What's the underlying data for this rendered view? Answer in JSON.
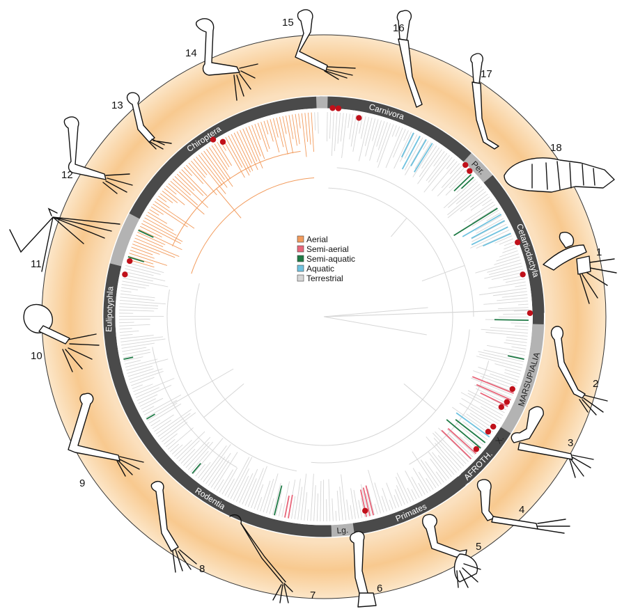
{
  "colors": {
    "aerial": "#F29B5C",
    "semi_aerial": "#E8667A",
    "semi_aquatic": "#1E7A45",
    "aquatic": "#6FC2DF",
    "terrestrial": "#D6D6D6",
    "ring_dark": "#4A4A4A",
    "ring_light": "#B3B3B3",
    "node_marker": "#C0101A",
    "halo": "#F8C98F"
  },
  "legend": {
    "items": [
      {
        "label": "Aerial",
        "color": "#F29B5C"
      },
      {
        "label": "Semi-aerial",
        "color": "#E8667A"
      },
      {
        "label": "Semi-aquatic",
        "color": "#1E7A45"
      },
      {
        "label": "Aquatic",
        "color": "#6FC2DF"
      },
      {
        "label": "Terrestrial",
        "color": "#D6D6D6"
      }
    ]
  },
  "clades": [
    {
      "label": "Carnivora",
      "dark": true
    },
    {
      "label": "Per.",
      "dark": false
    },
    {
      "label": "Cetartiodactyla",
      "dark": true
    },
    {
      "label": "MARSUPIALIA",
      "dark": false
    },
    {
      "label": "X.",
      "dark": false
    },
    {
      "label": "AFROTH.",
      "dark": true
    },
    {
      "label": "Primates",
      "dark": true
    },
    {
      "label": "Lg.",
      "dark": false
    },
    {
      "label": "Rodentia",
      "dark": true
    },
    {
      "label": "Eulipotyphla",
      "dark": true
    },
    {
      "label": "Chiroptera",
      "dark": true
    }
  ],
  "limb_numbers": [
    "1",
    "2",
    "3",
    "4",
    "5",
    "6",
    "7",
    "8",
    "9",
    "10",
    "11",
    "12",
    "13",
    "14",
    "15",
    "16",
    "17",
    "18"
  ],
  "limb_icons": [
    "forelimb-1-icon",
    "forelimb-2-icon",
    "forelimb-3-icon",
    "forelimb-4-icon",
    "forelimb-5-icon",
    "forelimb-6-icon",
    "forelimb-7-icon",
    "forelimb-8-icon",
    "forelimb-9-icon",
    "forelimb-10-icon",
    "bat-wing-11-icon",
    "forelimb-12-icon",
    "forelimb-13-icon",
    "forelimb-14-icon",
    "forelimb-15-icon",
    "forelimb-16-icon",
    "forelimb-17-icon",
    "flipper-18-icon"
  ]
}
